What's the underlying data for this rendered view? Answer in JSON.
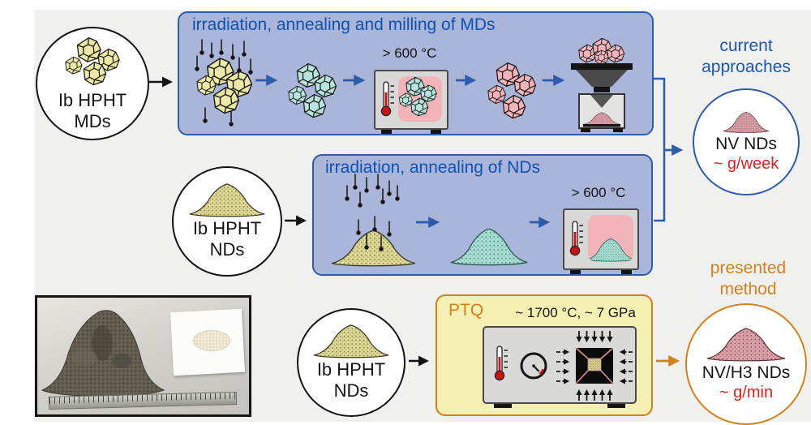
{
  "figure": {
    "source_circles": {
      "mds": {
        "line1": "Ib HPHT",
        "line2": "MDs"
      },
      "nds_mid": {
        "line1": "Ib HPHT",
        "line2": "NDs"
      },
      "nds_bottom": {
        "line1": "Ib HPHT",
        "line2": "NDs"
      }
    },
    "process_boxes": {
      "milling": {
        "title": "irradiation, annealing and milling of MDs",
        "oven_temp": "> 600 °C"
      },
      "annealing": {
        "title": "irradiation, annealing of NDs",
        "oven_temp": "> 600 °C"
      },
      "ptq": {
        "title": "PTQ",
        "conditions": "~ 1700 °C, ~ 7 GPa"
      }
    },
    "outcomes": {
      "current": {
        "caption_line1": "current",
        "caption_line2": "approaches",
        "product": "NV NDs",
        "rate": "~ g/week"
      },
      "presented": {
        "caption_line1": "presented",
        "caption_line2": "method",
        "product": "NV/H3 NDs",
        "rate": "~ g/min"
      }
    },
    "colors": {
      "box_fill": "#a9b5d9",
      "box_border": "#2e5cab",
      "blue_text": "#0f52b5",
      "ptq_fill": "#f5efb4",
      "ptq_border": "#d2821a",
      "orange_text": "#d2821a",
      "rate_red": "#e02020",
      "yellow_diamond": "#ece9a6",
      "teal_diamond": "#b7e4dc",
      "pink_diamond": "#f2b4ba",
      "oven_chamber": "#f3b4b9",
      "background": "#f0f0ee"
    },
    "icons": [
      "diamond-cluster-icon",
      "irradiation-pins-icon",
      "oven-icon",
      "thermometer-icon",
      "mill-icon",
      "powder-pile-icon",
      "pressure-gauge-icon",
      "anvil-press-icon",
      "arrow-icon",
      "bracket-icon",
      "photo-of-powder-and-ruler"
    ]
  }
}
